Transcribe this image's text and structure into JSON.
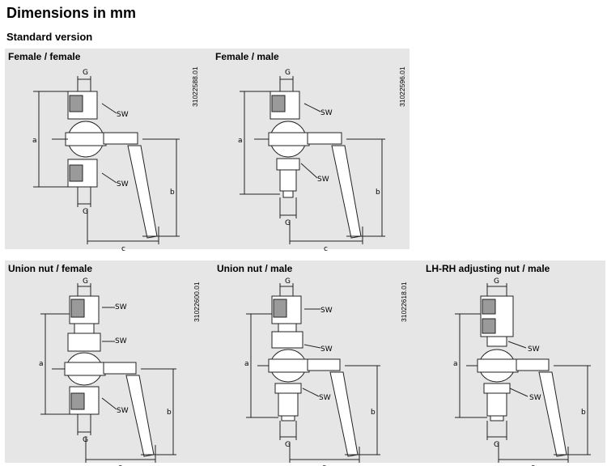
{
  "title": "Dimensions in mm",
  "subtitle": "Standard version",
  "dim_labels": {
    "g": "G",
    "sw": "SW",
    "a": "a",
    "b": "b",
    "c": "c"
  },
  "panels": [
    {
      "title": "Female / female",
      "ref": "31022588.01"
    },
    {
      "title": "Female / male",
      "ref": "31022596.01"
    },
    {
      "title": "Union nut / female",
      "ref": "31022600.01"
    },
    {
      "title": "Union nut / male",
      "ref": "31022618.01"
    },
    {
      "title": "LH-RH adjusting nut / male",
      "ref": ""
    }
  ]
}
